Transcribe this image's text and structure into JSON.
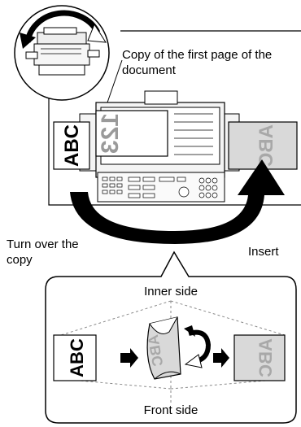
{
  "labels": {
    "copy_first_page_line1": "Copy of the first page of the",
    "copy_first_page_line2": "document",
    "turn_over_line1": "Turn over the",
    "turn_over_line2": "copy",
    "insert": "Insert",
    "inner_side": "Inner side",
    "front_side": "Front side"
  },
  "sheets": {
    "output_copy_text": "ABC",
    "platen_text": "123",
    "inserted_text": "ABC",
    "detail_left_text": "ABC",
    "detail_flip_text": "ABC",
    "detail_right_text": "ABC"
  },
  "colors": {
    "line": "#000000",
    "sheet_gray": "#d9d9d9",
    "faint_text": "#9a9a9a",
    "dash": "#8a8a8a",
    "machine_fill": "#f4f4f4"
  }
}
